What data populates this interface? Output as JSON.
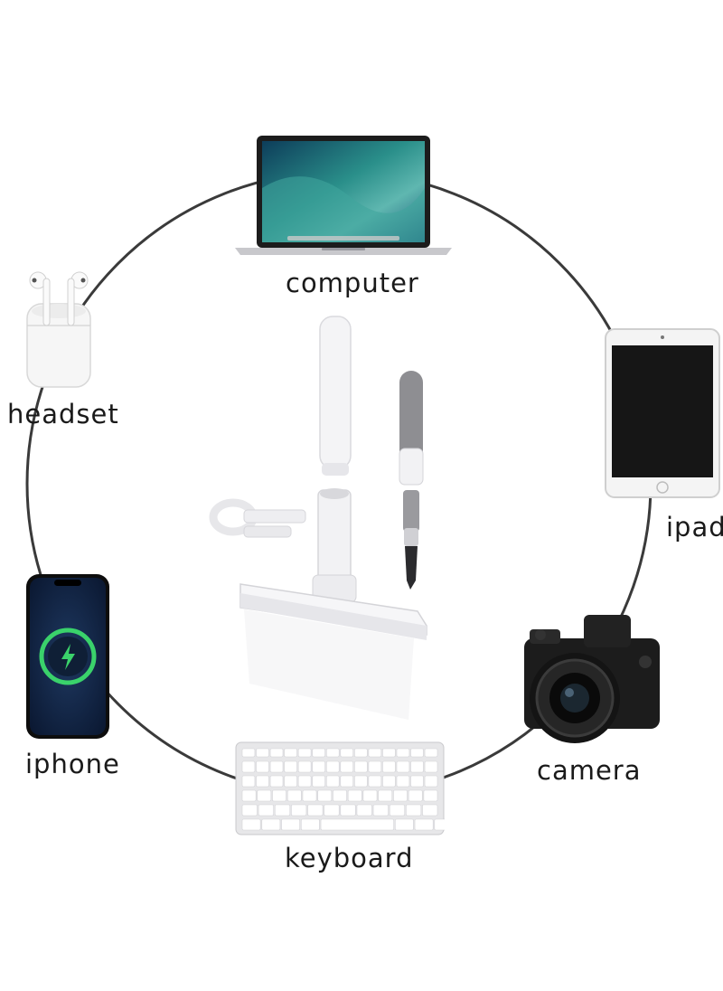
{
  "labels": {
    "computer": "computer",
    "headset": "headset",
    "ipad": "ipad",
    "iphone": "iphone",
    "camera": "camera",
    "keyboard": "keyboard"
  },
  "icons": {
    "center": "cleaning-brush-kit-icon",
    "computer": "laptop-icon",
    "headset": "earbuds-case-icon",
    "ipad": "tablet-icon",
    "iphone": "smartphone-icon",
    "camera": "camera-icon",
    "keyboard": "keyboard-icon"
  },
  "colors": {
    "ring": "#3a3a3a",
    "phone_charge_ring": "#3ad26b",
    "screen_wave": "#2a8f8a"
  }
}
